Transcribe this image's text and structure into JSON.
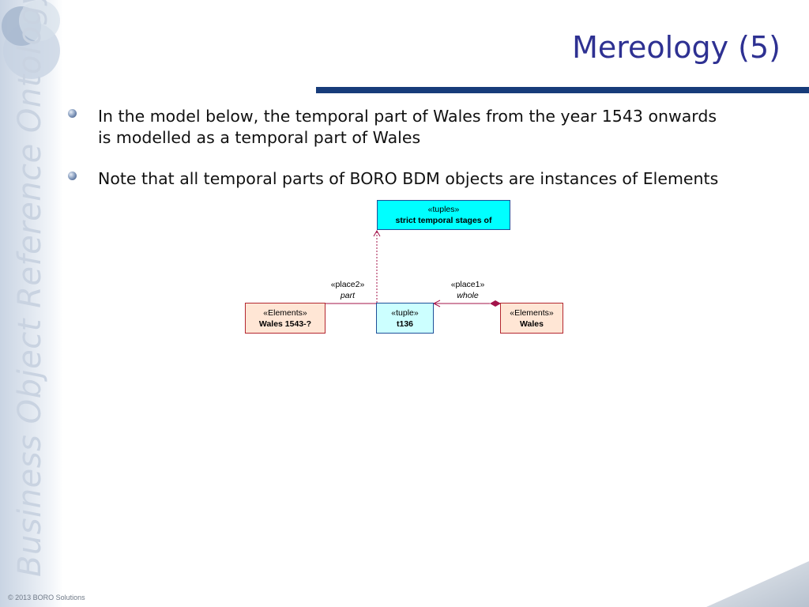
{
  "slide": {
    "title": "Mereology (5)",
    "brand_vertical": "Business Object Reference Ontology",
    "footer": "© 2013 BORO Solutions"
  },
  "bullets": [
    "In the model below, the temporal part of Wales from the year 1543 onwards is modelled as a temporal part of Wales",
    "Note that all temporal parts of BORO BDM objects are instances of Elements"
  ],
  "diagram": {
    "tuples_box": {
      "stereotype": "«tuples»",
      "name": "strict temporal stages of"
    },
    "wales_1543_box": {
      "stereotype": "«Elements»",
      "name": "Wales 1543-?"
    },
    "t136_box": {
      "stereotype": "«tuple»",
      "name": "t136"
    },
    "wales_box": {
      "stereotype": "«Elements»",
      "name": "Wales"
    },
    "place2_label": {
      "stereotype": "«place2»",
      "role": "part"
    },
    "place1_label": {
      "stereotype": "«place1»",
      "role": "whole"
    }
  },
  "colors": {
    "title": "#2e3192",
    "rule": "#173c7a",
    "tuples_fill": "#00ffff",
    "tuple_fill": "#ccffff",
    "element_fill": "#ffe6d5",
    "element_border": "#b3262f",
    "connector": "#a3134a"
  }
}
